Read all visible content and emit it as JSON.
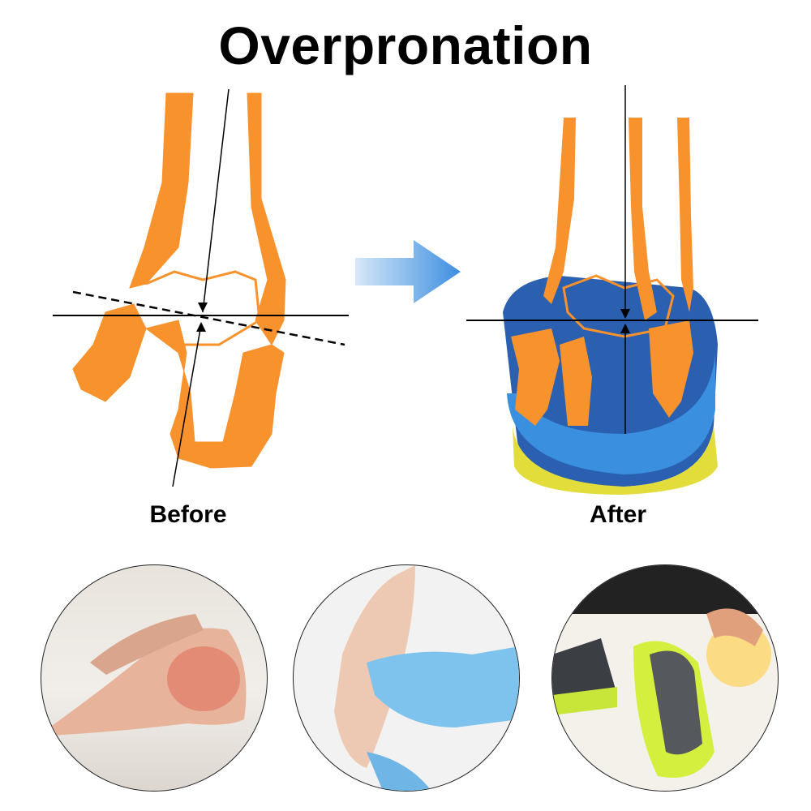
{
  "title": "Overpronation",
  "labels": {
    "before": "Before",
    "after": "After"
  },
  "colors": {
    "bone": "#f7922d",
    "arrow_start": "#d6e8f8",
    "arrow_end": "#3d8ee0",
    "insole_blue": "#3a8fde",
    "insole_yellow": "#e2dd3a"
  }
}
